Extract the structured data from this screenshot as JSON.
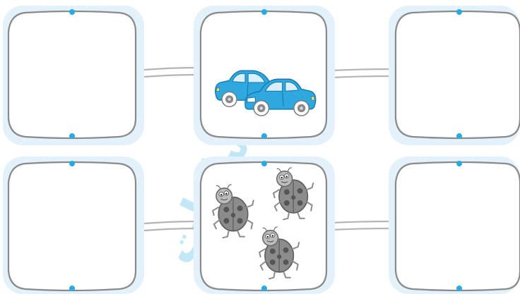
{
  "watermark": {
    "text": "انتشارات",
    "color": "#29a9e0"
  },
  "colors": {
    "card_border": "#8a8a8a",
    "card_halo": "#e3f1fb",
    "connector_dot": "#29a9e0",
    "connector_line": "#b4b4b4",
    "car_body": "#2fa8e0",
    "car_dark": "#1878ad",
    "car_window": "#d8f0fb",
    "bug_body": "#8c8c8c",
    "bug_spot": "#555555"
  },
  "rows": [
    {
      "id": "cars",
      "cards": [
        {
          "content": "empty"
        },
        {
          "content": "cars",
          "count": 2
        },
        {
          "content": "empty"
        }
      ]
    },
    {
      "id": "ladybugs",
      "cards": [
        {
          "content": "empty"
        },
        {
          "content": "ladybugs",
          "count": 3
        },
        {
          "content": "empty"
        }
      ]
    }
  ]
}
